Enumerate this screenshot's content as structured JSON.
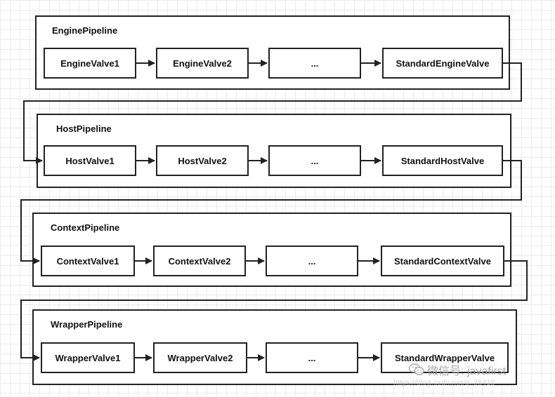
{
  "pipelines": [
    {
      "title": "EnginePipeline",
      "valves": [
        "EngineValve1",
        "EngineValve2",
        "...",
        "StandardEngineValve"
      ]
    },
    {
      "title": "HostPipeline",
      "valves": [
        "HostValve1",
        "HostValve2",
        "...",
        "StandardHostValve"
      ]
    },
    {
      "title": "ContextPipeline",
      "valves": [
        "ContextValve1",
        "ContextValve2",
        "...",
        "StandardContextValve"
      ]
    },
    {
      "title": "WrapperPipeline",
      "valves": [
        "WrapperValve1",
        "WrapperValve2",
        "...",
        "StandardWrapperValve"
      ]
    }
  ],
  "watermark": {
    "icon": "wechat-icon",
    "text": "微信号: javafirst",
    "url": "https://blog.csdn.net/q..38418"
  }
}
